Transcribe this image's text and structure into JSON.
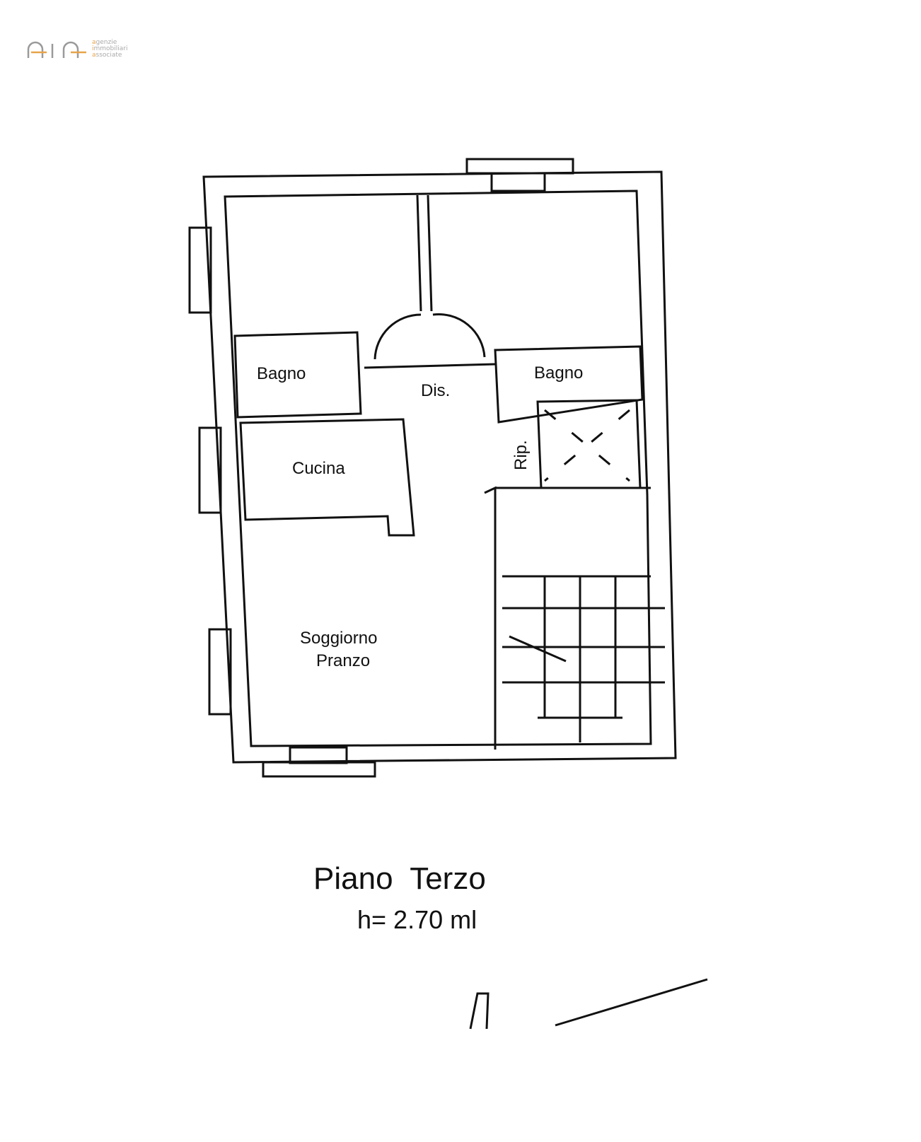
{
  "logo": {
    "lines": [
      "agenzie",
      "immobiliari",
      "associate"
    ],
    "brand_gray": "#9a9a9a",
    "brand_orange": "#e8a44a"
  },
  "rooms": {
    "bagno_left": "Bagno",
    "disimpegno": "Dis.",
    "bagno_right": "Bagno",
    "ripostiglio": "Rip.",
    "cucina": "Cucina",
    "soggiorno_line1": "Soggiorno",
    "soggiorno_line2": "Pranzo"
  },
  "caption": {
    "floor": "Piano  Terzo",
    "height": "h= 2.70 ml"
  }
}
